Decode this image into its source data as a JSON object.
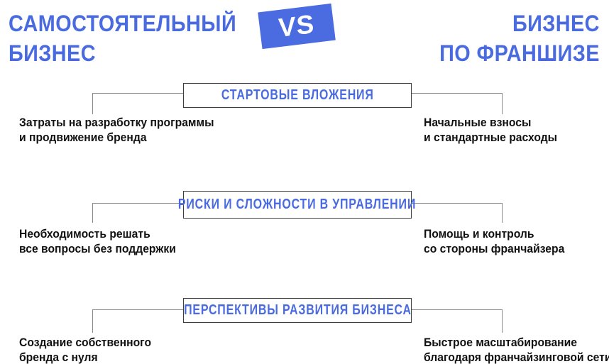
{
  "colors": {
    "accent_blue": "#4a6be0",
    "badge_blue": "#4b6ce0",
    "body_text": "#111111",
    "connector_line": "#8a8a8a",
    "box_border": "#3e3e3e",
    "background": "#ffffff"
  },
  "header": {
    "left_title": {
      "line1": "САМОСТОЯТЕЛЬНЫЙ",
      "line2": "БИЗНЕС"
    },
    "vs_label": "VS",
    "right_title": {
      "line1": "БИЗНЕС",
      "line2": "ПО ФРАНШИЗЕ"
    }
  },
  "sections": [
    {
      "title": "СТАРТОВЫЕ ВЛОЖЕНИЯ",
      "left": {
        "line1": "Затраты на разработку программы",
        "line2": "и продвижение бренда"
      },
      "right": {
        "line1": "Начальные взносы",
        "line2": "и стандартные расходы"
      }
    },
    {
      "title": "РИСКИ И СЛОЖНОСТИ В УПРАВЛЕНИИ",
      "left": {
        "line1": "Необходимость решать",
        "line2": "все вопросы без поддержки"
      },
      "right": {
        "line1": "Помощь и контроль",
        "line2": "со стороны франчайзера"
      }
    },
    {
      "title": "ПЕРСПЕКТИВЫ РАЗВИТИЯ БИЗНЕСА",
      "left": {
        "line1": "Создание собственного",
        "line2": "бренда с нуля"
      },
      "right": {
        "line1": "Быстрое масштабирование",
        "line2": "благодаря франчайзинговой сети"
      }
    }
  ]
}
